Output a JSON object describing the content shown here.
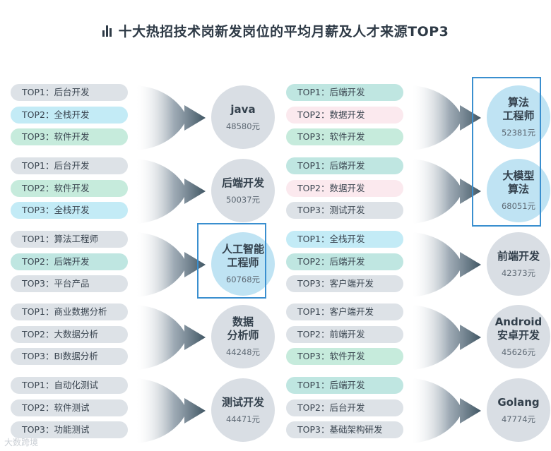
{
  "title": "十大热招技术岗新发岗位的平均月薪及人才来源TOP3",
  "watermark": "大数跨境",
  "colors": {
    "gray": "#dde2e7",
    "cyan": "#c3ebf6",
    "green": "#c6ebdc",
    "teal": "#bfe6e1",
    "pink": "#fbe9ee",
    "circle_default": "#d9dee4",
    "circle_highlight": "#bfe3f3",
    "highlight_border": "#3a8fcf"
  },
  "jobs": [
    {
      "name": "java",
      "salary": "48580元",
      "highlight": false,
      "sources": [
        {
          "label": "TOP1：后台开发",
          "color": "gray"
        },
        {
          "label": "TOP2：全栈开发",
          "color": "cyan"
        },
        {
          "label": "TOP3：软件开发",
          "color": "green"
        }
      ]
    },
    {
      "name": "后端开发",
      "salary": "50037元",
      "highlight": false,
      "sources": [
        {
          "label": "TOP1：后台开发",
          "color": "gray"
        },
        {
          "label": "TOP2：软件开发",
          "color": "green"
        },
        {
          "label": "TOP3：全栈开发",
          "color": "cyan"
        }
      ]
    },
    {
      "name": "人工智能\n工程师",
      "salary": "60768元",
      "highlight": true,
      "sources": [
        {
          "label": "TOP1：算法工程师",
          "color": "gray"
        },
        {
          "label": "TOP2：后端开发",
          "color": "teal"
        },
        {
          "label": "TOP3：平台产品",
          "color": "gray"
        }
      ]
    },
    {
      "name": "数据\n分析师",
      "salary": "44248元",
      "highlight": false,
      "sources": [
        {
          "label": "TOP1：商业数据分析",
          "color": "gray"
        },
        {
          "label": "TOP2：大数据分析",
          "color": "gray"
        },
        {
          "label": "TOP3：BI数据分析",
          "color": "gray"
        }
      ]
    },
    {
      "name": "测试开发",
      "salary": "44471元",
      "highlight": false,
      "sources": [
        {
          "label": "TOP1：自动化测试",
          "color": "gray"
        },
        {
          "label": "TOP2：软件测试",
          "color": "gray"
        },
        {
          "label": "TOP3：功能测试",
          "color": "gray"
        }
      ]
    },
    {
      "name": "算法\n工程师",
      "salary": "52381元",
      "highlight": true,
      "sources": [
        {
          "label": "TOP1：后端开发",
          "color": "teal"
        },
        {
          "label": "TOP2：数据开发",
          "color": "pink"
        },
        {
          "label": "TOP3：软件开发",
          "color": "green"
        }
      ]
    },
    {
      "name": "大模型\n算法",
      "salary": "68051元",
      "highlight": true,
      "sources": [
        {
          "label": "TOP1：后端开发",
          "color": "teal"
        },
        {
          "label": "TOP2：数据开发",
          "color": "pink"
        },
        {
          "label": "TOP3：测试开发",
          "color": "gray"
        }
      ]
    },
    {
      "name": "前端开发",
      "salary": "42373元",
      "highlight": false,
      "sources": [
        {
          "label": "TOP1：全栈开发",
          "color": "cyan"
        },
        {
          "label": "TOP2：后端开发",
          "color": "teal"
        },
        {
          "label": "TOP3：客户端开发",
          "color": "gray"
        }
      ]
    },
    {
      "name": "Android\n安卓开发",
      "salary": "45626元",
      "highlight": false,
      "sources": [
        {
          "label": "TOP1：客户端开发",
          "color": "gray"
        },
        {
          "label": "TOP2：前端开发",
          "color": "gray"
        },
        {
          "label": "TOP3：软件开发",
          "color": "green"
        }
      ]
    },
    {
      "name": "Golang",
      "salary": "47774元",
      "highlight": false,
      "sources": [
        {
          "label": "TOP1：后端开发",
          "color": "teal"
        },
        {
          "label": "TOP2：后台开发",
          "color": "gray"
        },
        {
          "label": "TOP3：基础架构研发",
          "color": "gray"
        }
      ]
    }
  ]
}
